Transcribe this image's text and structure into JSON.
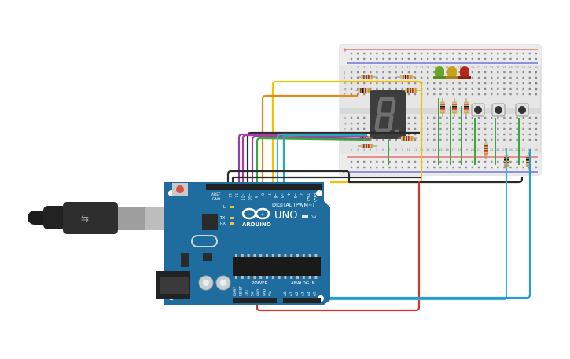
{
  "board": {
    "logo_text": "ARDUINO",
    "model_text": "UNO",
    "digital_label": "DIGITAL (PWM~)",
    "analog_label": "ANALOG IN",
    "power_label": "POWER",
    "on_label": "ON",
    "tx_label": "TX",
    "rx_label": "RX",
    "l_label": "L",
    "aref_label": "AREF",
    "gnd_label": "GND",
    "digital_pins": [
      "13",
      "12",
      "~11",
      "~10",
      "~9",
      "8",
      "7",
      "~6",
      "~5",
      "4",
      "~3",
      "2",
      "TX▸1",
      "RX◂0"
    ],
    "power_pins": [
      "IOREF",
      "RESET",
      "3V3",
      "5V",
      "GND",
      "GND",
      "Vin"
    ],
    "analog_pins": [
      "A0",
      "A1",
      "A2",
      "A3",
      "A4",
      "A5"
    ]
  },
  "breadboard": {
    "column_numbers": [
      "1",
      "2",
      "3",
      "4",
      "5",
      "6",
      "7",
      "8",
      "9",
      "10",
      "11",
      "12",
      "13",
      "14",
      "15",
      "16",
      "17",
      "18",
      "19",
      "20",
      "21",
      "22",
      "23",
      "24",
      "25",
      "26",
      "27",
      "28",
      "29",
      "30"
    ],
    "row_letters_top": [
      "j",
      "i",
      "h",
      "g",
      "f"
    ],
    "row_letters_bottom": [
      "e",
      "d",
      "c",
      "b",
      "a"
    ],
    "rail_plus": "+",
    "rail_minus": "-"
  },
  "display": {
    "digit": "8"
  },
  "colors": {
    "board_blue": "#1f6d9e",
    "yellow_wire": "#f2c200",
    "orange_wire": "#e08a1e",
    "purple_wire": "#8e44ad",
    "magenta_wire": "#b03aa0",
    "cyan_wire": "#3fb3c8",
    "teal_wire": "#2aa7b8",
    "red_wire": "#d7332f",
    "black_wire": "#2b2b2b",
    "green_wire": "#3aa83a",
    "led_green": "#6aa626",
    "led_yellow": "#c9a21d",
    "led_red": "#b5271b"
  }
}
